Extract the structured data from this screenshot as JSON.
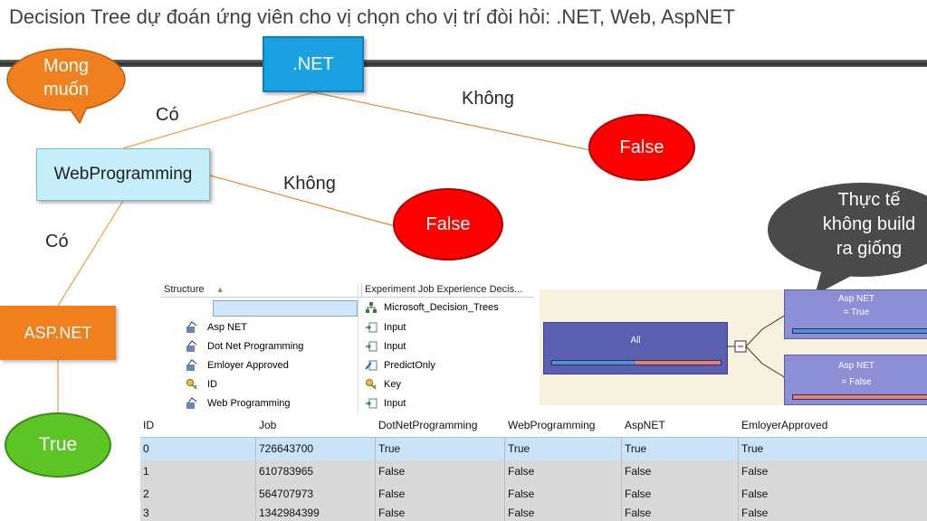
{
  "title": "Decision Tree dự đoán ứng viên cho vị chọn cho vị trí đòi hỏi: .NET, Web, AspNET",
  "callouts": {
    "mong_muon": "Mong\nmuốn",
    "thuc_te": "Thực tế\nkhông build\nra giống"
  },
  "diagram": {
    "net_node": ".NET",
    "web_node": "WebProgramming",
    "asp_node": "ASP.NET",
    "false_node_1": "False",
    "false_node_2": "False",
    "true_node": "True",
    "edge_co_1": "Có",
    "edge_khong_1": "Không",
    "edge_khong_2": "Không",
    "edge_co_2": "Có"
  },
  "structure_panel": {
    "col1_header": "Structure",
    "col1_sort": "▲",
    "col2_header": "Experiment Job Experience Decis...",
    "model_name": "Microsoft_Decision_Trees",
    "rows": [
      {
        "column": "Asp NET",
        "usage": "Input",
        "icon": "column-icon",
        "usage_icon": "input-icon"
      },
      {
        "column": "Dot Net Programming",
        "usage": "Input",
        "icon": "column-icon",
        "usage_icon": "input-icon"
      },
      {
        "column": "Emloyer Approved",
        "usage": "PredictOnly",
        "icon": "column-icon",
        "usage_icon": "predict-icon"
      },
      {
        "column": "ID",
        "usage": "Key",
        "icon": "key-icon",
        "usage_icon": "key-icon"
      },
      {
        "column": "Web Programming",
        "usage": "Input",
        "icon": "column-icon",
        "usage_icon": "input-icon"
      }
    ]
  },
  "tree_viewer": {
    "root_label": "All",
    "node1_line1": "Asp NET",
    "node1_line2": "= True",
    "node2_line1": "Asp NET",
    "node2_line2": "= False",
    "expander": "−",
    "colors": {
      "blue": "#4f8fe8",
      "red": "#e87d7d",
      "root_bg": "#5b5fb0",
      "node_bg": "#8d8fd6"
    }
  },
  "data_grid": {
    "headers": [
      "ID",
      "Job",
      "DotNetProgramming",
      "WebProgramming",
      "AspNET",
      "EmloyerApproved"
    ],
    "rows": [
      [
        "0",
        "726643700",
        "True",
        "True",
        "True",
        "True"
      ],
      [
        "1",
        "610783965",
        "False",
        "False",
        "False",
        "False"
      ],
      [
        "2",
        "564707973",
        "False",
        "False",
        "False",
        "False"
      ],
      [
        "3",
        "1342984399",
        "False",
        "False",
        "False",
        "False"
      ]
    ],
    "selected_row": 0
  },
  "colors": {
    "net_blue": "#1ba1e2",
    "web_light": "#c6eefb",
    "orange": "#f07f1e",
    "false_red": "#ff0000",
    "true_green": "#5cc424",
    "callout_dark": "#4a4a4a",
    "edge_orange": "#f0a040"
  }
}
